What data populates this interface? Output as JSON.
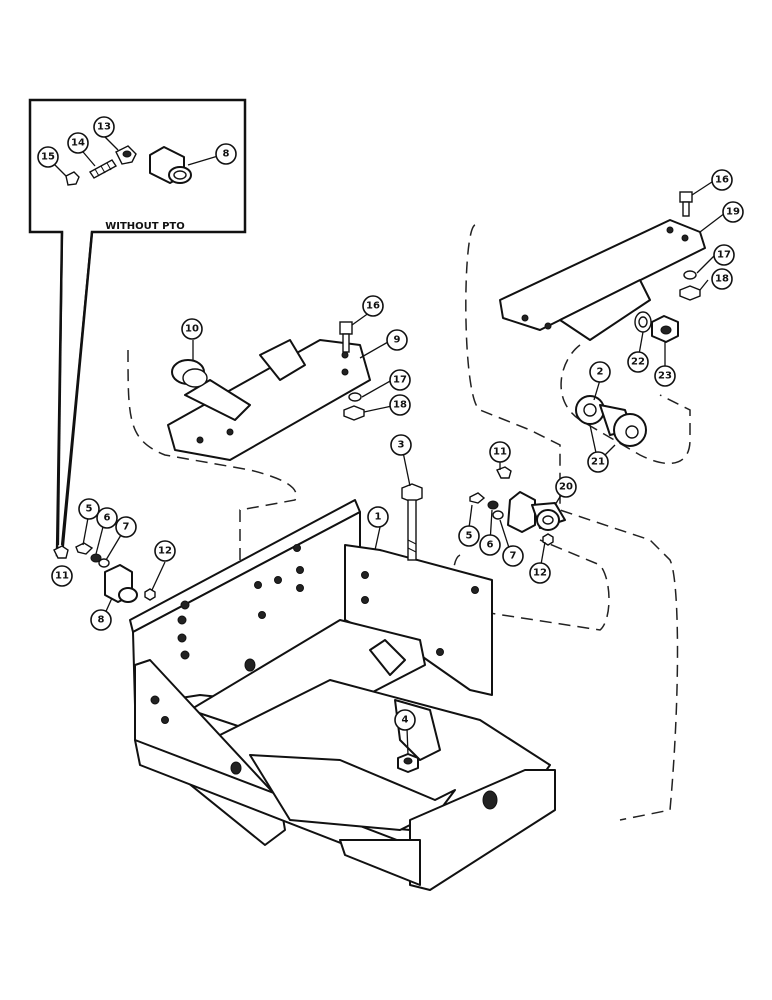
{
  "inset": {
    "caption": "WITHOUT PTO"
  },
  "callouts": [
    {
      "id": "c1",
      "label": "1"
    },
    {
      "id": "c2",
      "label": "2"
    },
    {
      "id": "c3",
      "label": "3"
    },
    {
      "id": "c4",
      "label": "4"
    },
    {
      "id": "c5a",
      "label": "5"
    },
    {
      "id": "c5b",
      "label": "5"
    },
    {
      "id": "c6a",
      "label": "6"
    },
    {
      "id": "c6b",
      "label": "6"
    },
    {
      "id": "c7a",
      "label": "7"
    },
    {
      "id": "c7b",
      "label": "7"
    },
    {
      "id": "c8a",
      "label": "8"
    },
    {
      "id": "c8b",
      "label": "8"
    },
    {
      "id": "c9",
      "label": "9"
    },
    {
      "id": "c10",
      "label": "10"
    },
    {
      "id": "c11a",
      "label": "11"
    },
    {
      "id": "c11b",
      "label": "11"
    },
    {
      "id": "c12a",
      "label": "12"
    },
    {
      "id": "c12b",
      "label": "12"
    },
    {
      "id": "c13",
      "label": "13"
    },
    {
      "id": "c14",
      "label": "14"
    },
    {
      "id": "c15",
      "label": "15"
    },
    {
      "id": "c16a",
      "label": "16"
    },
    {
      "id": "c16b",
      "label": "16"
    },
    {
      "id": "c17a",
      "label": "17"
    },
    {
      "id": "c17b",
      "label": "17"
    },
    {
      "id": "c18a",
      "label": "18"
    },
    {
      "id": "c18b",
      "label": "18"
    },
    {
      "id": "c19",
      "label": "19"
    },
    {
      "id": "c20",
      "label": "20"
    },
    {
      "id": "c21",
      "label": "21"
    },
    {
      "id": "c22",
      "label": "22"
    },
    {
      "id": "c23",
      "label": "23"
    }
  ]
}
